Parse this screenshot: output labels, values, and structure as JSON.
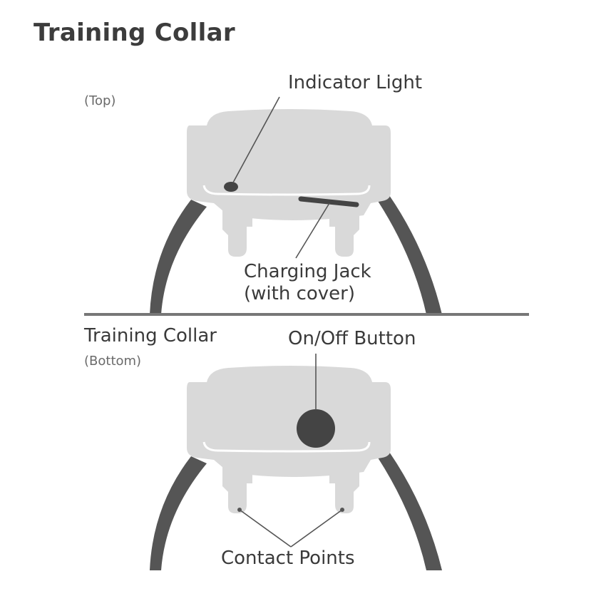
{
  "title": "Training Collar",
  "top_view": {
    "sublabel": "(Top)",
    "callouts": {
      "indicator_light": "Indicator Light",
      "charging_jack_line1": "Charging Jack",
      "charging_jack_line2": "(with cover)"
    }
  },
  "bottom_view": {
    "section_label": "Training Collar",
    "sublabel": "(Bottom)",
    "callouts": {
      "on_off_button": "On/Off Button",
      "contact_points": "Contact Points"
    }
  },
  "colors": {
    "body_fill": "#d9d9d9",
    "strap": "#555555",
    "feature_dark": "#444444",
    "leader_line": "#555555",
    "divider": "#777777",
    "text": "#3a3a3a"
  }
}
